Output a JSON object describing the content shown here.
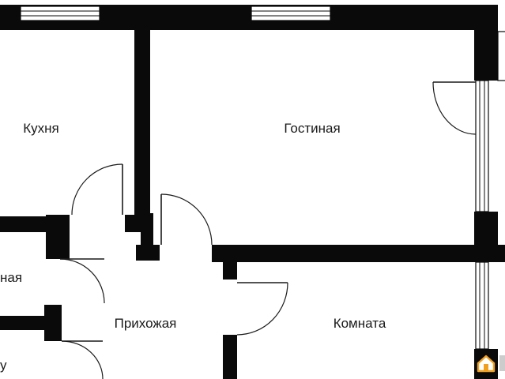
{
  "rooms": {
    "kitchen": "Кухня",
    "living": "Гостиная",
    "left_partial": "ная",
    "hallway": "Прихожая",
    "room": "Комната",
    "bottom_left_partial": "у"
  },
  "colors": {
    "walls": "#0a0a0a",
    "background": "#ffffff",
    "watermark_accent": "#f0a020"
  },
  "watermark": {
    "icon": "house-logo-icon"
  }
}
